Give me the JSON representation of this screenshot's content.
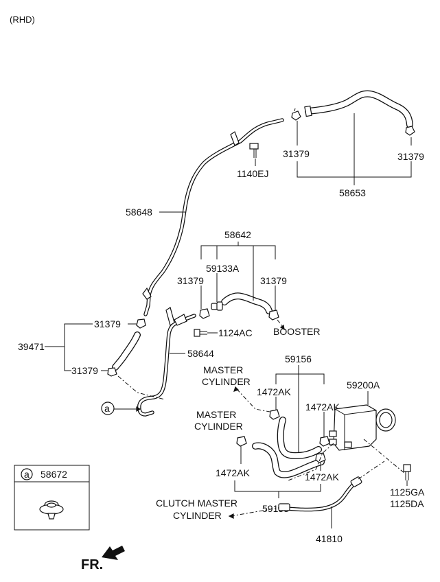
{
  "header": {
    "variant": "(RHD)"
  },
  "parts": {
    "p58653": "58653",
    "p31379_top_left": "31379",
    "p31379_top_right": "31379",
    "p1140EJ": "1140EJ",
    "p58648": "58648",
    "p58642": "58642",
    "p59133A": "59133A",
    "p31379_mid_left": "31379",
    "p31379_mid_right": "31379",
    "p1124AC": "1124AC",
    "p31379_left_upper": "31379",
    "p39471": "39471",
    "p31379_left_lower": "31379",
    "p58644": "58644",
    "p59156": "59156",
    "p59200A": "59200A",
    "p1472AK_1": "1472AK",
    "p1472AK_2": "1472AK",
    "p1472AK_3": "1472AK",
    "p1472AK_4": "1472AK",
    "p59153": "59153",
    "p1125GA": "1125GA",
    "p1125DA": "1125DA",
    "p41810": "41810"
  },
  "destinations": {
    "booster": "BOOSTER",
    "master_cyl_1_line1": "MASTER",
    "master_cyl_1_line2": "CYLINDER",
    "master_cyl_2_line1": "MASTER",
    "master_cyl_2_line2": "CYLINDER",
    "clutch_line1": "CLUTCH MASTER",
    "clutch_line2": "CYLINDER"
  },
  "callout": {
    "letter": "a"
  },
  "legend": {
    "letter": "a",
    "part": "58672"
  },
  "orientation": {
    "front": "FR."
  }
}
